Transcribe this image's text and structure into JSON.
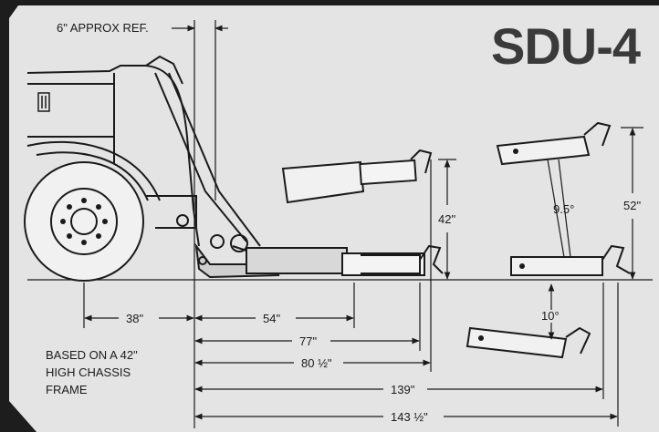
{
  "title": "SDU-4",
  "ref_label": "6\" APPROX REF.",
  "note_lines": [
    "BASED ON A 42\"",
    "HIGH CHASSIS",
    "FRAME"
  ],
  "dimensions": {
    "d38": "38\"",
    "d54": "54\"",
    "d77": "77\"",
    "d80_5": "80 ½\"",
    "d139": "139\"",
    "d143_5": "143 ½\"",
    "h42": "42\"",
    "h52": "52\"",
    "a9_5": "9.5°",
    "a10": "10°"
  },
  "colors": {
    "panel": "#e4e4e4",
    "frame": "#1d1d1d",
    "ink": "#1a1a1a",
    "title": "#3a3a3a"
  }
}
